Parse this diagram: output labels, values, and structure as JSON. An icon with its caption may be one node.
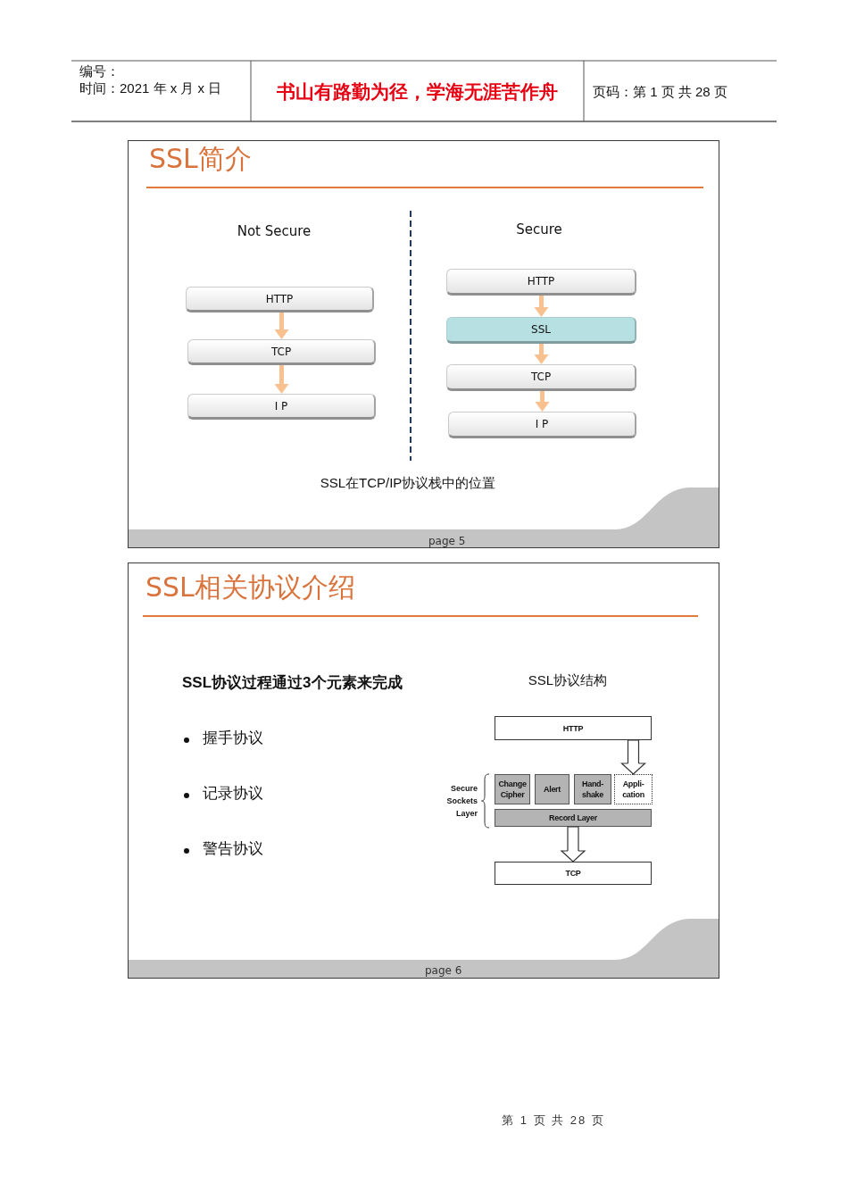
{
  "diagram": {
    "nodes": [
      {
        "text": [
          "SSL简介"
        ]
      },
      {
        "text": [
          "HTTP"
        ],
        "in": 0
      },
      {
        "text": [
          "TCP"
        ],
        "in": 0
      },
      {
        "text": [
          "I P"
        ],
        "in": 0
      },
      {
        "text": [
          "HTTP"
        ],
        "in": 0
      },
      {
        "text": [
          "SSL"
        ],
        "in": 0
      },
      {
        "text": [
          "TCP"
        ],
        "in": 0
      },
      {
        "text": [
          "I P"
        ],
        "in": 0
      },
      {
        "text": [
          "SSL相关协议介绍"
        ]
      },
      {
        "text": [
          "HTTP"
        ],
        "in": 8
      },
      {
        "text": [
          "Change Cipher"
        ],
        "in": 8
      },
      {
        "text": [
          "Alert"
        ],
        "in": 8
      },
      {
        "text": [
          "Hand- shake"
        ],
        "in": 8
      },
      {
        "text": [
          "Appli- cation"
        ],
        "in": 8
      },
      {
        "text": [
          "Record Layer"
        ],
        "in": 8
      },
      {
        "text": [
          "TCP"
        ],
        "in": 8
      }
    ],
    "edges": [
      {
        "from": 1,
        "to": 2,
        "arrow": "to"
      },
      {
        "from": 2,
        "to": 3,
        "arrow": "to"
      },
      {
        "from": 4,
        "to": 5,
        "arrow": "to"
      },
      {
        "from": 5,
        "to": 6,
        "arrow": "to"
      },
      {
        "from": 6,
        "to": 7,
        "arrow": "to"
      },
      {
        "from": 9,
        "to": 13,
        "arrow": "to",
        "color": "#333333"
      },
      {
        "from": 14,
        "to": 15,
        "arrow": "to",
        "color": "#333333"
      }
    ],
    "labels": [
      "编号：",
      "时间：2021 年 x 月 x 日",
      "书山有路勤为径，学海无涯苦作舟",
      "页码：第 1 页 共 28 页",
      "Not Secure",
      "Secure",
      "SSL在TCP/IP协议栈中的位置",
      "page 5",
      "SSL协议过程通过3个元素来完成",
      "SSL协议结构",
      "握手协议",
      "记录协议",
      "Secure Sockets Layer",
      "警告协议",
      "page 6",
      "第 1 页 共 28 页"
    ]
  }
}
